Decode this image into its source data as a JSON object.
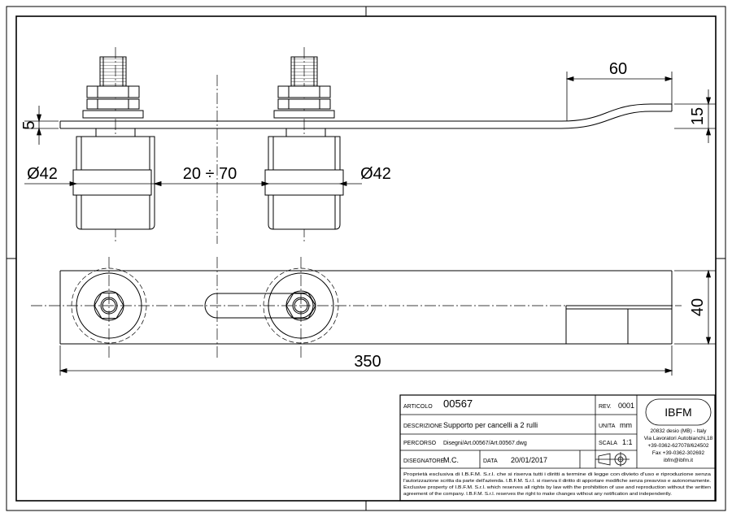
{
  "dimensions": {
    "tab_length": "60",
    "tab_offset": "15",
    "plate_thickness": "5",
    "roller_diameter_left": "Ø42",
    "roller_diameter_right": "Ø42",
    "adjust_range": "20 ÷ 70",
    "plate_width": "40",
    "plate_length": "350"
  },
  "title_block": {
    "articolo_label": "ARTICOLO",
    "articolo_value": "00567",
    "rev_label": "REV.",
    "rev_value": "0001",
    "descrizione_label": "DESCRIZIONE",
    "descrizione_value": "Supporto per cancelli a 2 rulli",
    "unita_label": "UNITA",
    "unita_value": "mm",
    "percorso_label": "PERCORSO",
    "percorso_value": "Disegni/Art.00567/Art.00567.dwg",
    "scala_label": "SCALA",
    "scala_value": "1:1",
    "disegnatore_label": "DISEGNATORE",
    "disegnatore_value": "M.C.",
    "data_label": "DATA",
    "data_value": "20/01/2017",
    "logo_text": "IBFM",
    "address_lines": [
      "20832 desio (MB) - Italy",
      "Via Lavoratori Autobianchi,18",
      "+39-0362-627078/624502",
      "Fax +39-0362-302692",
      "ibfm@ibfm.it"
    ],
    "disclaimer_lines": [
      "Proprietà esclusiva di I.B.F.M. S.r.l. che si riserva tutti i diritti a termine di legge con divieto d'uso e riproduzione senza",
      "l'autorizzazione scritta da parte dell'azienda. I.B.F.M. S.r.l. si riserva il diritto di apportare modifiche senza preavviso e autonomamente.",
      "Exclusive property of I.B.F.M. S.r.l. which reserves all rights by law with the prohibition of use and reproduction without the written",
      "agreement of the company. I.B.F.M. S.r.l. reserves the right to make changes without any notification and independently."
    ]
  }
}
